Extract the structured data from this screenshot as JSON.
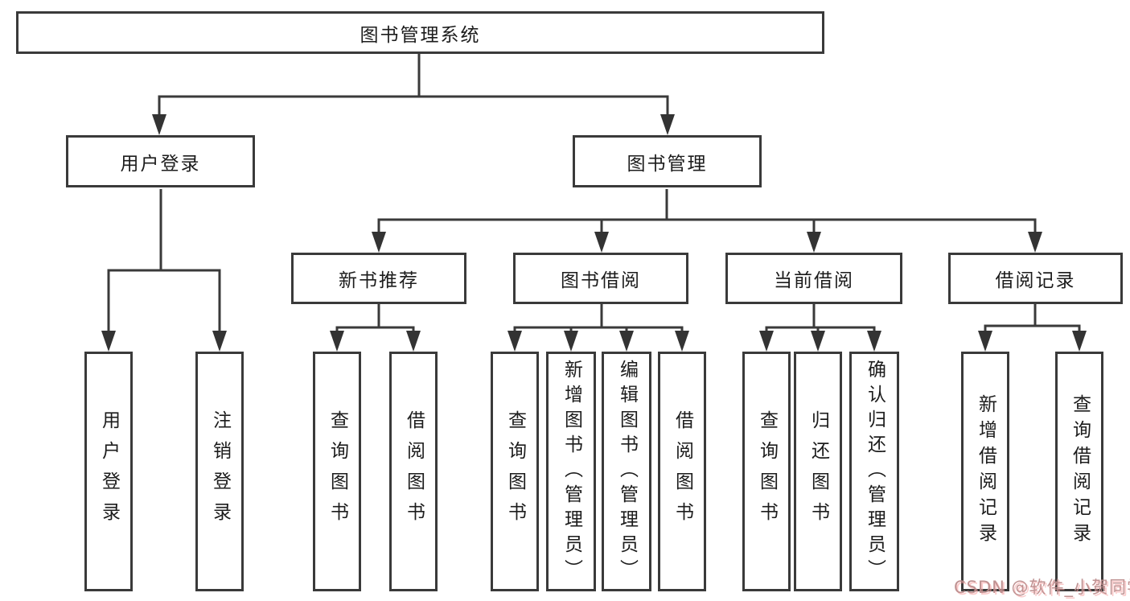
{
  "page": {
    "background": "#ffffff",
    "line_color": "#3a3a3a",
    "watermark_color": "#f89e9e"
  },
  "nodes": {
    "root": "图书管理系统",
    "user_login": "用户登录",
    "book_management": "图书管理",
    "new_book_recommend": "新书推荐",
    "book_borrow": "图书借阅",
    "current_borrow": "当前借阅",
    "borrow_record": "借阅记录",
    "leaf_user_login": "用户登录",
    "leaf_logout": "注销登录",
    "leaf_query_book_1": "查询图书",
    "leaf_borrow_book_1": "借阅图书",
    "leaf_query_book_2": "查询图书",
    "leaf_add_book_admin": "新增图书（管理员）",
    "leaf_edit_book_admin": "编辑图书（管理员）",
    "leaf_borrow_book_2": "借阅图书",
    "leaf_query_book_3": "查询图书",
    "leaf_return_book": "归还图书",
    "leaf_confirm_return_admin": "确认归还（管理员）",
    "leaf_add_borrow_record": "新增借阅记录",
    "leaf_query_borrow_record": "查询借阅记录"
  },
  "structure": {
    "图书管理系统": [
      "用户登录",
      "图书管理"
    ],
    "用户登录": [
      "用户登录",
      "注销登录"
    ],
    "图书管理": [
      "新书推荐",
      "图书借阅",
      "当前借阅",
      "借阅记录"
    ],
    "新书推荐": [
      "查询图书",
      "借阅图书"
    ],
    "图书借阅": [
      "查询图书",
      "新增图书（管理员）",
      "编辑图书（管理员）",
      "借阅图书"
    ],
    "当前借阅": [
      "查询图书",
      "归还图书",
      "确认归还（管理员）"
    ],
    "借阅记录": [
      "新增借阅记录",
      "查询借阅记录"
    ]
  },
  "watermark": "CSDN @软件_小贺同学"
}
